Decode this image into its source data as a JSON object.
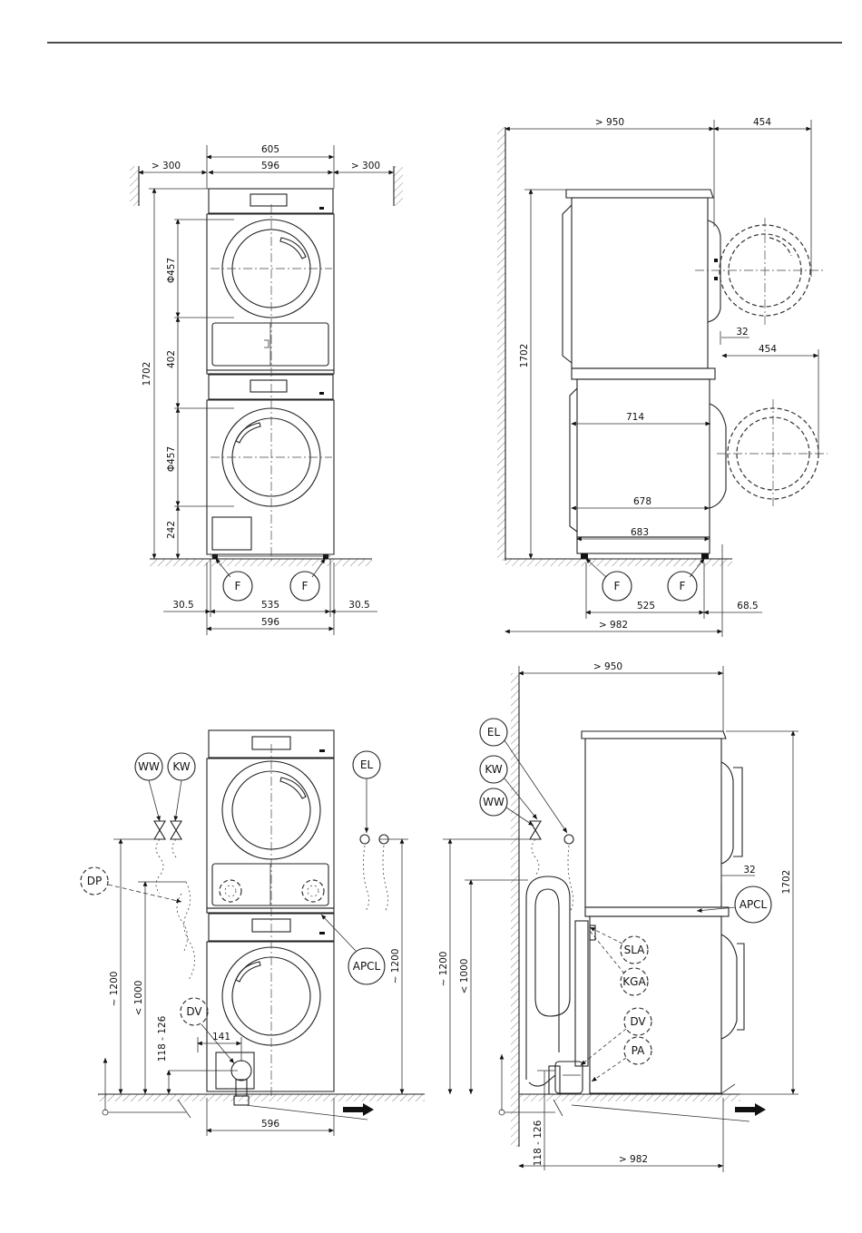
{
  "top_front": {
    "dims": {
      "w605": "605",
      "w596_top": "596",
      "gap_left": "> 300",
      "gap_right": "> 300",
      "h1702": "1702",
      "d457_upper": "Φ457",
      "h402": "402",
      "d457_lower": "Φ457",
      "h242": "242",
      "f_left": "30.5",
      "f_mid": "535",
      "f_right": "30.5",
      "w596_bottom": "596"
    },
    "labels": {
      "foot_left": "F",
      "foot_right": "F"
    }
  },
  "top_side": {
    "dims": {
      "w950": "> 950",
      "w454_top": "454",
      "h1702": "1702",
      "d32": "32",
      "w454_mid": "454",
      "w714": "714",
      "w678": "678",
      "w683": "683",
      "w525": "525",
      "w68_5": "68.5",
      "w982": "> 982"
    },
    "labels": {
      "foot_left": "F",
      "foot_right": "F"
    }
  },
  "bottom_front": {
    "dims": {
      "h1200_left": "~ 1200",
      "h1000": "< 1000",
      "h118_126": "118 - 126",
      "w141": "141",
      "w596": "596",
      "h1200_right": "~ 1200"
    },
    "labels": {
      "ww": "WW",
      "kw": "KW",
      "el": "EL",
      "dp": "DP",
      "apcl": "APCL",
      "dv": "DV"
    }
  },
  "bottom_side": {
    "dims": {
      "w950": "> 950",
      "h1200": "~ 1200",
      "h1000": "< 1000",
      "h118_126": "118 - 126",
      "w982": "> 982",
      "d32": "32",
      "h1702": "1702"
    },
    "labels": {
      "el": "EL",
      "kw": "KW",
      "ww": "WW",
      "apcl": "APCL",
      "sla": "SLA",
      "kga": "KGA",
      "dv": "DV",
      "pa": "PA"
    }
  }
}
